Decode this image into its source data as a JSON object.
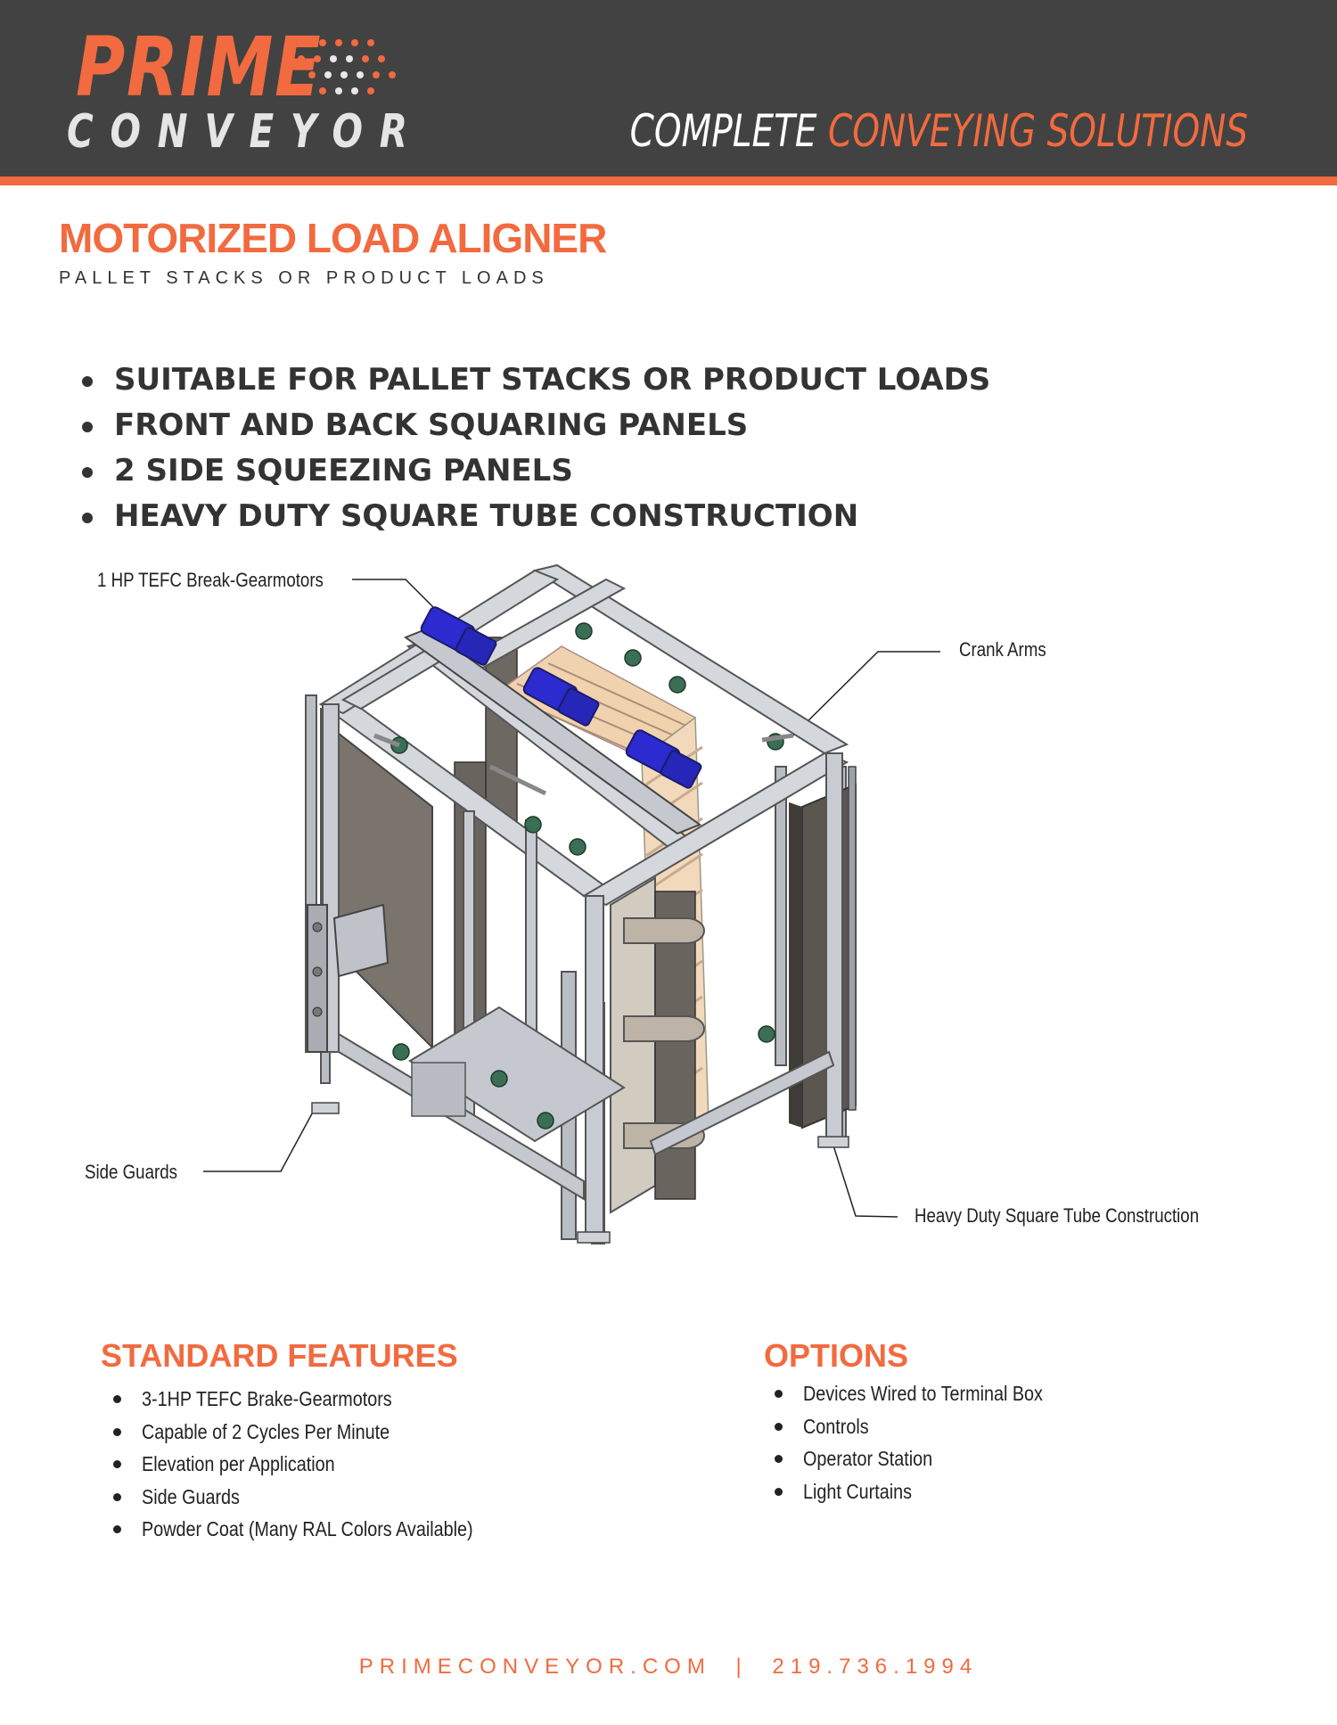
{
  "brand": {
    "logo_top": "PRIME",
    "logo_bottom": "CONVEYOR",
    "tagline_white": "COMPLETE",
    "tagline_orange": "CONVEYING SOLUTIONS",
    "colors": {
      "accent": "#f26a3f",
      "header_bg": "#424242",
      "text": "#333333"
    }
  },
  "product": {
    "title": "MOTORIZED LOAD ALIGNER",
    "subtitle": "PALLET STACKS OR PRODUCT LOADS",
    "highlights": [
      "SUITABLE FOR PALLET STACKS OR PRODUCT LOADS",
      "FRONT AND BACK SQUARING PANELS",
      "2 SIDE SQUEEZING PANELS",
      "HEAVY DUTY SQUARE TUBE CONSTRUCTION"
    ]
  },
  "callouts": {
    "gearmotors": "1 HP TEFC Break-Gearmotors",
    "crank_arms": "Crank Arms",
    "side_guards": "Side Guards",
    "square_tube": "Heavy Duty Square Tube Construction"
  },
  "standard_features": {
    "title": "STANDARD FEATURES",
    "items": [
      "3-1HP TEFC Brake-Gearmotors",
      "Capable of 2 Cycles Per Minute",
      "Elevation per Application",
      "Side Guards",
      "Powder Coat (Many RAL Colors Available)"
    ]
  },
  "options": {
    "title": "OPTIONS",
    "items": [
      "Devices Wired to Terminal Box",
      "Controls",
      "Operator Station",
      "Light Curtains"
    ]
  },
  "footer": {
    "website": "PRIMECONVEYOR.COM",
    "separator": "|",
    "phone": "219.736.1994"
  }
}
